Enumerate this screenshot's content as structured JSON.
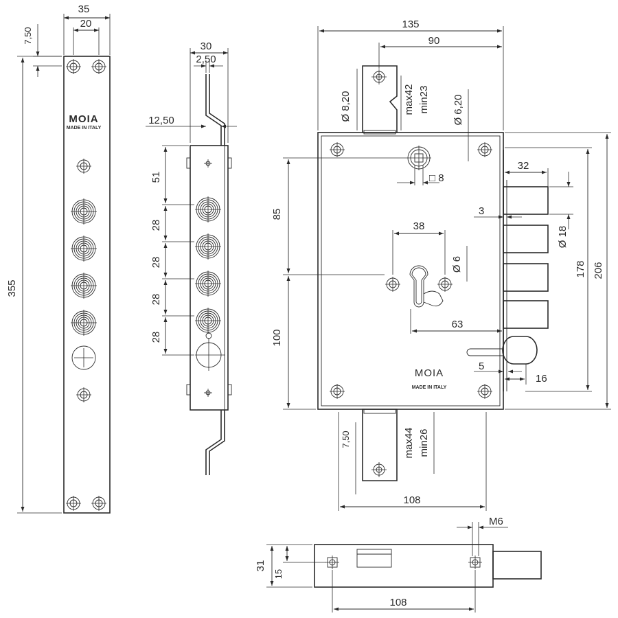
{
  "brand": {
    "logo_text": "MOIA",
    "made_in": "MADE IN ITALY"
  },
  "faceplate": {
    "height_total": "355",
    "width_total": "35",
    "hole_spacing": "20",
    "top_offset": "7,50"
  },
  "side_view": {
    "width_total": "30",
    "thickness": "2,50",
    "offset": "12,50",
    "top_to_first_bolt": "51",
    "bolt_pitches": [
      "28",
      "28",
      "28",
      "28"
    ]
  },
  "front_view": {
    "width_total": "135",
    "backset_90": "90",
    "hole_dia_left": "8,20",
    "hole_dia_right": "6,20",
    "top_travel_max": "max42",
    "top_travel_min": "min23",
    "square_spindle": "8",
    "spindle_dist": "85",
    "cyl_spacing": "38",
    "cyl_hole_dia": "6",
    "latch_dist": "100",
    "bolt_throw": "32",
    "bolt_offset": "3",
    "bolt_dia": "18",
    "bolt_span_178": "178",
    "height_206": "206",
    "backset_63": "63",
    "latch_5": "5",
    "latch_16": "16",
    "bottom_travel_max": "max44",
    "bottom_travel_min": "min26",
    "bottom_offset": "7,50",
    "bottom_width": "108"
  },
  "bottom_view": {
    "height_total": "31",
    "mid": "15",
    "screw": "M6",
    "hole_spacing": "108"
  }
}
